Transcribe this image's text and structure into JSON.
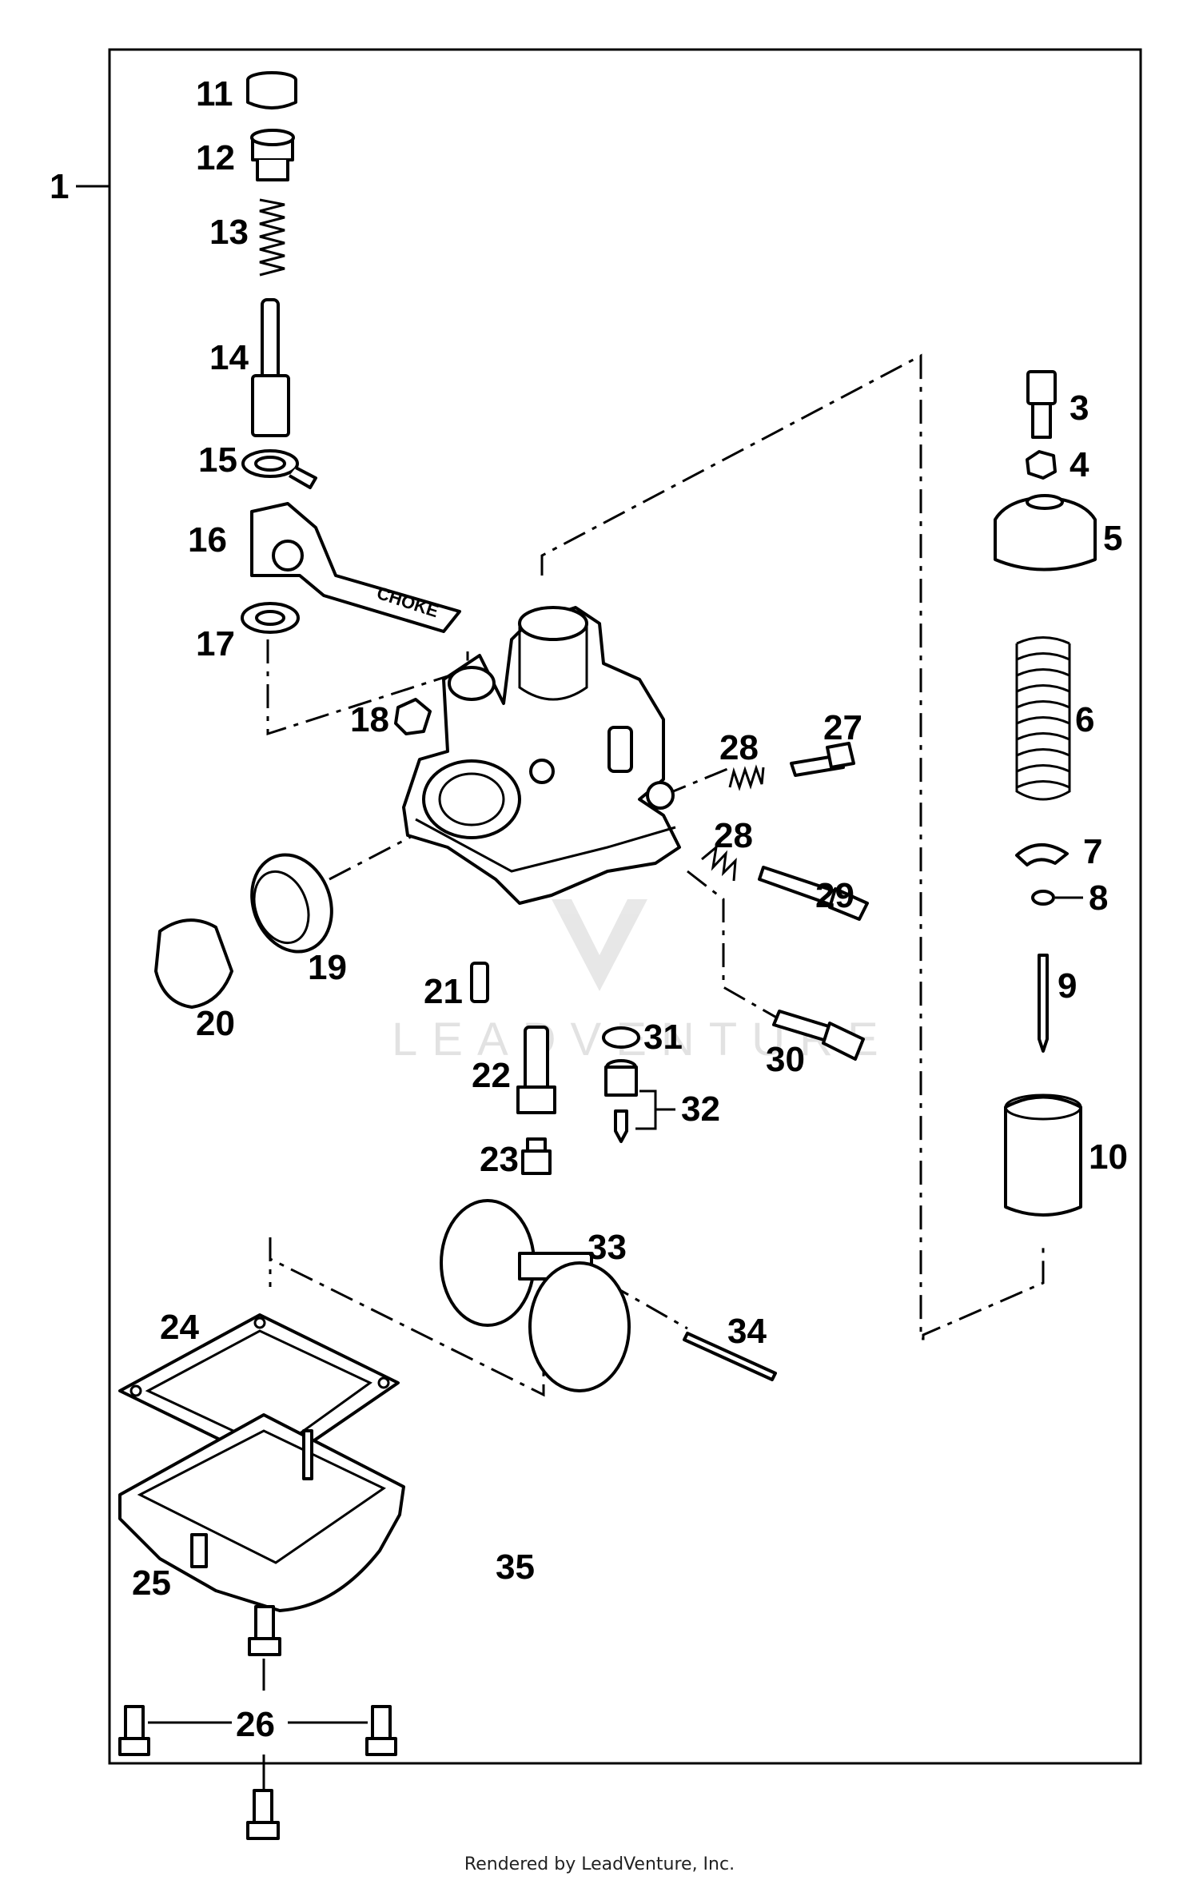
{
  "callouts": [
    "1",
    "3",
    "4",
    "5",
    "6",
    "7",
    "8",
    "9",
    "10",
    "11",
    "12",
    "13",
    "14",
    "15",
    "16",
    "17",
    "18",
    "19",
    "20",
    "21",
    "22",
    "23",
    "24",
    "25",
    "26",
    "27",
    "28",
    "28",
    "29",
    "30",
    "31",
    "32",
    "33",
    "34",
    "35"
  ],
  "choke_text": "CHOKE",
  "watermark_text": "LEADVENTURE",
  "footer": "Rendered by LeadVenture, Inc."
}
